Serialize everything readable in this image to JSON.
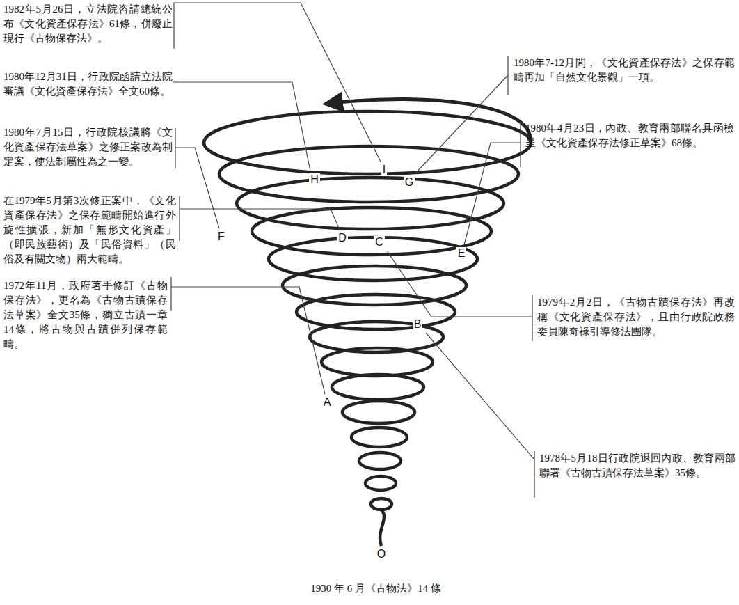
{
  "diagram": {
    "labels": [
      "1982年5月26日，立法院咨請總統公布《文化資產保存法》61條，併廢止現行《古物保存法》。",
      "1980年12月31日，行政院函請立法院審議《文化資產保存法》全文60條。",
      "1980年7月15日，行政院核議將《文化資產保存法草案》之修正案改為制定案，使法制屬性為之一變。",
      "在1979年5月第3次修正案中，《文化資產保存法》之保存範疇開始進行外旋性擴張，新加「無形文化資產」（即民族藝術）及「民俗資料」（民俗及有關文物）兩大範疇。",
      "1972年11月，政府著手修訂《古物保存法》，更名為《古物古蹟保存法草案》全文35條，獨立古蹟一章14條，將古物與古蹟併列保存範疇。",
      "1980年7-12月間，《文化資產保存法》之保存範疇再加「自然文化景觀」一項。",
      "1980年4月23日，內政、教育兩部聯名具函檢呈《文化資產保存法修正草案》68條。",
      "1979年2月2日，《古物古蹟保存法》再改稱《文化資產保存法》，且由行政院政務委員陳奇祿引導修法團隊。",
      "1978年5月18日行政院退回內政、教育兩部聯署《古物古蹟保存法草案》35條。",
      "A",
      "B",
      "C",
      "D",
      "E",
      "F",
      "G",
      "H",
      "I",
      "O",
      "1930 年 6 月《古物法》14 條"
    ]
  }
}
